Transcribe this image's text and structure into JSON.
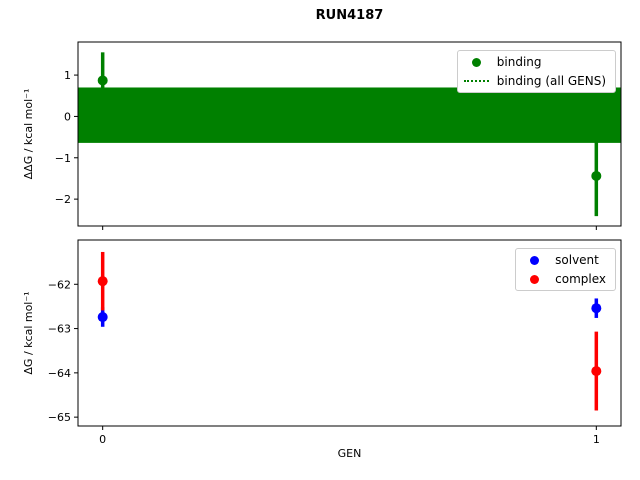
{
  "title": "RUN4187",
  "chart_data": [
    {
      "type": "scatter",
      "title": "RUN4187",
      "ylabel": "ΔΔG / kcal mol⁻¹",
      "xlabel": "",
      "xlim": [
        -0.05,
        1.05
      ],
      "ylim": [
        -2.65,
        1.8
      ],
      "yticks": [
        1,
        0,
        -1,
        -2
      ],
      "xticks": [
        0,
        1
      ],
      "show_x_tick_labels": false,
      "grid": false,
      "legend_position": "upper right",
      "series": [
        {
          "name": "binding",
          "color": "#008000",
          "x": [
            0,
            1
          ],
          "y": [
            0.87,
            -1.44
          ],
          "yerr": [
            0.68,
            0.97
          ]
        }
      ],
      "band": {
        "name": "binding (all GENS)",
        "color": "#008000",
        "y_low": -0.64,
        "y_high": 0.7,
        "y_mean": 0.03
      }
    },
    {
      "type": "scatter",
      "title": "",
      "ylabel": "ΔG / kcal mol⁻¹",
      "xlabel": "GEN",
      "xlim": [
        -0.05,
        1.05
      ],
      "ylim": [
        -65.2,
        -61.0
      ],
      "yticks": [
        -62,
        -63,
        -64,
        -65
      ],
      "xticks": [
        0,
        1
      ],
      "show_x_tick_labels": true,
      "grid": false,
      "legend_position": "upper right",
      "series": [
        {
          "name": "solvent",
          "color": "#0000ff",
          "x": [
            0,
            1
          ],
          "y": [
            -62.74,
            -62.54
          ],
          "yerr": [
            0.22,
            0.22
          ]
        },
        {
          "name": "complex",
          "color": "#ff0000",
          "x": [
            0,
            1
          ],
          "y": [
            -61.93,
            -63.96
          ],
          "yerr": [
            0.66,
            0.89
          ]
        }
      ]
    }
  ]
}
